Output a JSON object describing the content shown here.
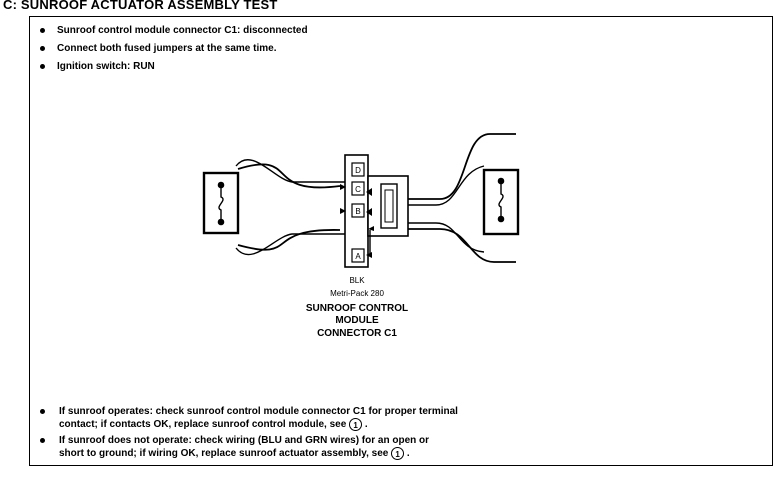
{
  "title": "C: SUNROOF ACTUATOR ASSEMBLY TEST",
  "conditions": [
    "Sunroof control module connector C1: disconnected",
    "Connect both fused jumpers at the same time.",
    "Ignition switch: RUN"
  ],
  "connector": {
    "pins": [
      "D",
      "C",
      "B",
      "A"
    ],
    "color": "BLK",
    "series": "Metri-Pack 280",
    "name_lines": [
      "SUNROOF CONTROL",
      "MODULE",
      "CONNECTOR C1"
    ]
  },
  "notes": [
    {
      "lines": [
        "If sunroof operates: check sunroof control module connector C1 for proper terminal",
        "contact; if contacts OK, replace sunroof control module, see"
      ],
      "ref": "1",
      "tail": "."
    },
    {
      "lines": [
        "If sunroof does not operate: check wiring (BLU and GRN wires) for an open or",
        "short to ground; if wiring OK, replace sunroof actuator assembly, see"
      ],
      "ref": "1",
      "tail": "."
    }
  ]
}
